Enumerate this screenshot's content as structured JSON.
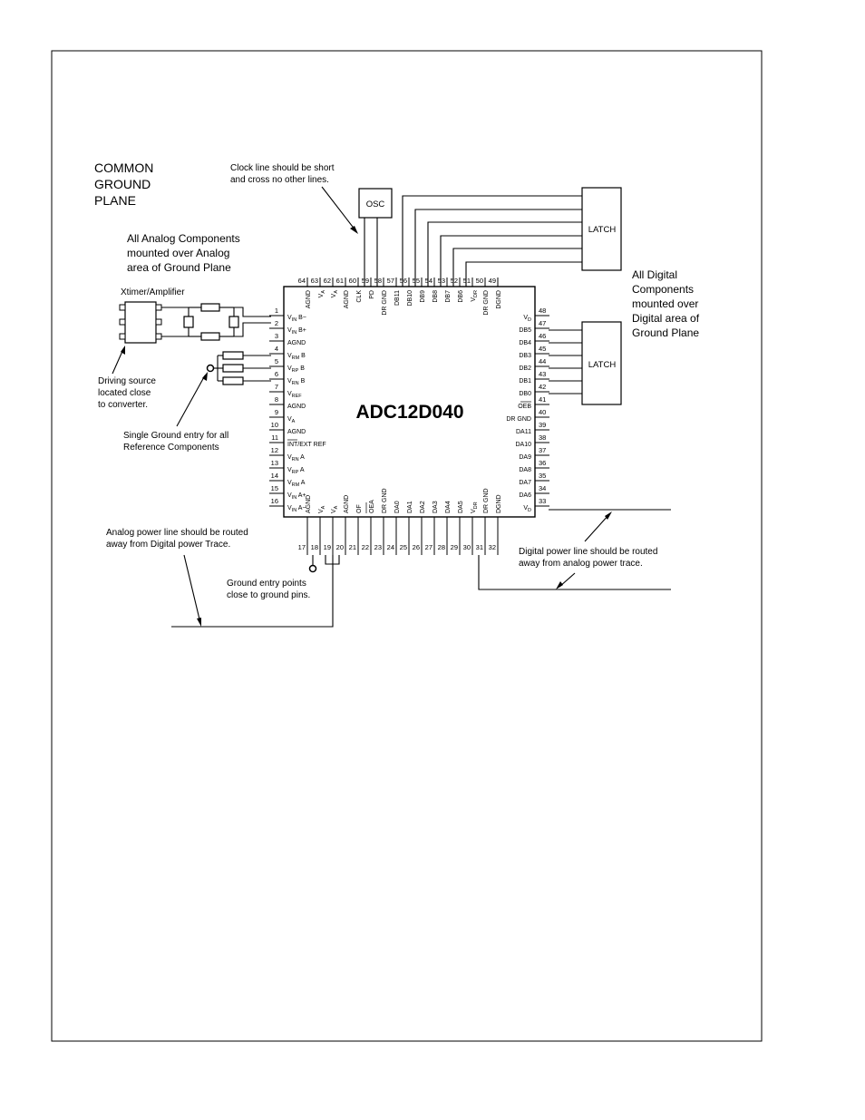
{
  "labels": {
    "common_ground": [
      "COMMON",
      "GROUND",
      "PLANE"
    ],
    "clock_note": [
      "Clock line should be short",
      "and cross no other lines."
    ],
    "analog_components": [
      "All Analog Components",
      "mounted over Analog",
      "area of Ground Plane"
    ],
    "digital_components": [
      "All Digital",
      "Components",
      "mounted over",
      "Digital area of",
      "Ground Plane"
    ],
    "xtimer": "Xtimer/Amplifier",
    "driving_source": [
      "Driving source",
      "located close",
      "to converter."
    ],
    "single_ground": [
      "Single Ground entry for all",
      "Reference Components"
    ],
    "analog_power": [
      "Analog power line should be routed",
      "away from Digital power Trace."
    ],
    "ground_entry": [
      "Ground entry points",
      "close to ground pins."
    ],
    "digital_power": [
      "Digital power line should be routed",
      "away from analog power trace."
    ]
  },
  "chip": {
    "name": "ADC12D040"
  },
  "boxes": {
    "osc": "OSC",
    "latch_top": "LATCH",
    "latch_right": "LATCH"
  },
  "pins": {
    "left": [
      {
        "num": "1",
        "sig": "VIN B−"
      },
      {
        "num": "2",
        "sig": "VIN B+"
      },
      {
        "num": "3",
        "sig": "AGND"
      },
      {
        "num": "4",
        "sig": "VRM B"
      },
      {
        "num": "5",
        "sig": "VRP B"
      },
      {
        "num": "6",
        "sig": "VRN B"
      },
      {
        "num": "7",
        "sig": "VREF"
      },
      {
        "num": "8",
        "sig": "AGND"
      },
      {
        "num": "9",
        "sig": "VA"
      },
      {
        "num": "10",
        "sig": "AGND"
      },
      {
        "num": "11",
        "sig": "INT/EXT REF"
      },
      {
        "num": "12",
        "sig": "VRN A"
      },
      {
        "num": "13",
        "sig": "VRP A"
      },
      {
        "num": "14",
        "sig": "VRM A"
      },
      {
        "num": "15",
        "sig": "VIN A+"
      },
      {
        "num": "16",
        "sig": "VIN A−"
      }
    ],
    "right": [
      {
        "num": "48",
        "sig": "VD"
      },
      {
        "num": "47",
        "sig": "DB5"
      },
      {
        "num": "46",
        "sig": "DB4"
      },
      {
        "num": "45",
        "sig": "DB3"
      },
      {
        "num": "44",
        "sig": "DB2"
      },
      {
        "num": "43",
        "sig": "DB1"
      },
      {
        "num": "42",
        "sig": "DB0"
      },
      {
        "num": "41",
        "sig": "OEB"
      },
      {
        "num": "40",
        "sig": "DR GND"
      },
      {
        "num": "39",
        "sig": "DA11"
      },
      {
        "num": "38",
        "sig": "DA10"
      },
      {
        "num": "37",
        "sig": "DA9"
      },
      {
        "num": "36",
        "sig": "DA8"
      },
      {
        "num": "35",
        "sig": "DA7"
      },
      {
        "num": "34",
        "sig": "DA6"
      },
      {
        "num": "33",
        "sig": "VD"
      }
    ],
    "top": [
      {
        "num": "64",
        "sig": "AGND"
      },
      {
        "num": "63",
        "sig": "VA"
      },
      {
        "num": "62",
        "sig": "VA"
      },
      {
        "num": "61",
        "sig": "AGND"
      },
      {
        "num": "60",
        "sig": "CLK"
      },
      {
        "num": "59",
        "sig": "PD"
      },
      {
        "num": "58",
        "sig": "DR GND"
      },
      {
        "num": "57",
        "sig": "DB11"
      },
      {
        "num": "56",
        "sig": "DB10"
      },
      {
        "num": "55",
        "sig": "DB9"
      },
      {
        "num": "54",
        "sig": "DB8"
      },
      {
        "num": "53",
        "sig": "DB7"
      },
      {
        "num": "52",
        "sig": "DB6"
      },
      {
        "num": "51",
        "sig": "VDR"
      },
      {
        "num": "50",
        "sig": "DR GND"
      },
      {
        "num": "49",
        "sig": "DGND"
      }
    ],
    "bottom": [
      {
        "num": "17",
        "sig": "AGND"
      },
      {
        "num": "18",
        "sig": "VA"
      },
      {
        "num": "19",
        "sig": "VA"
      },
      {
        "num": "20",
        "sig": "AGND"
      },
      {
        "num": "21",
        "sig": "OF"
      },
      {
        "num": "22",
        "sig": "OEA"
      },
      {
        "num": "23",
        "sig": "DR GND"
      },
      {
        "num": "24",
        "sig": "DA0"
      },
      {
        "num": "25",
        "sig": "DA1"
      },
      {
        "num": "26",
        "sig": "DA2"
      },
      {
        "num": "27",
        "sig": "DA3"
      },
      {
        "num": "28",
        "sig": "DA4"
      },
      {
        "num": "29",
        "sig": "DA5"
      },
      {
        "num": "30",
        "sig": "VDR"
      },
      {
        "num": "31",
        "sig": "DR GND"
      },
      {
        "num": "32",
        "sig": "DGND"
      }
    ]
  }
}
